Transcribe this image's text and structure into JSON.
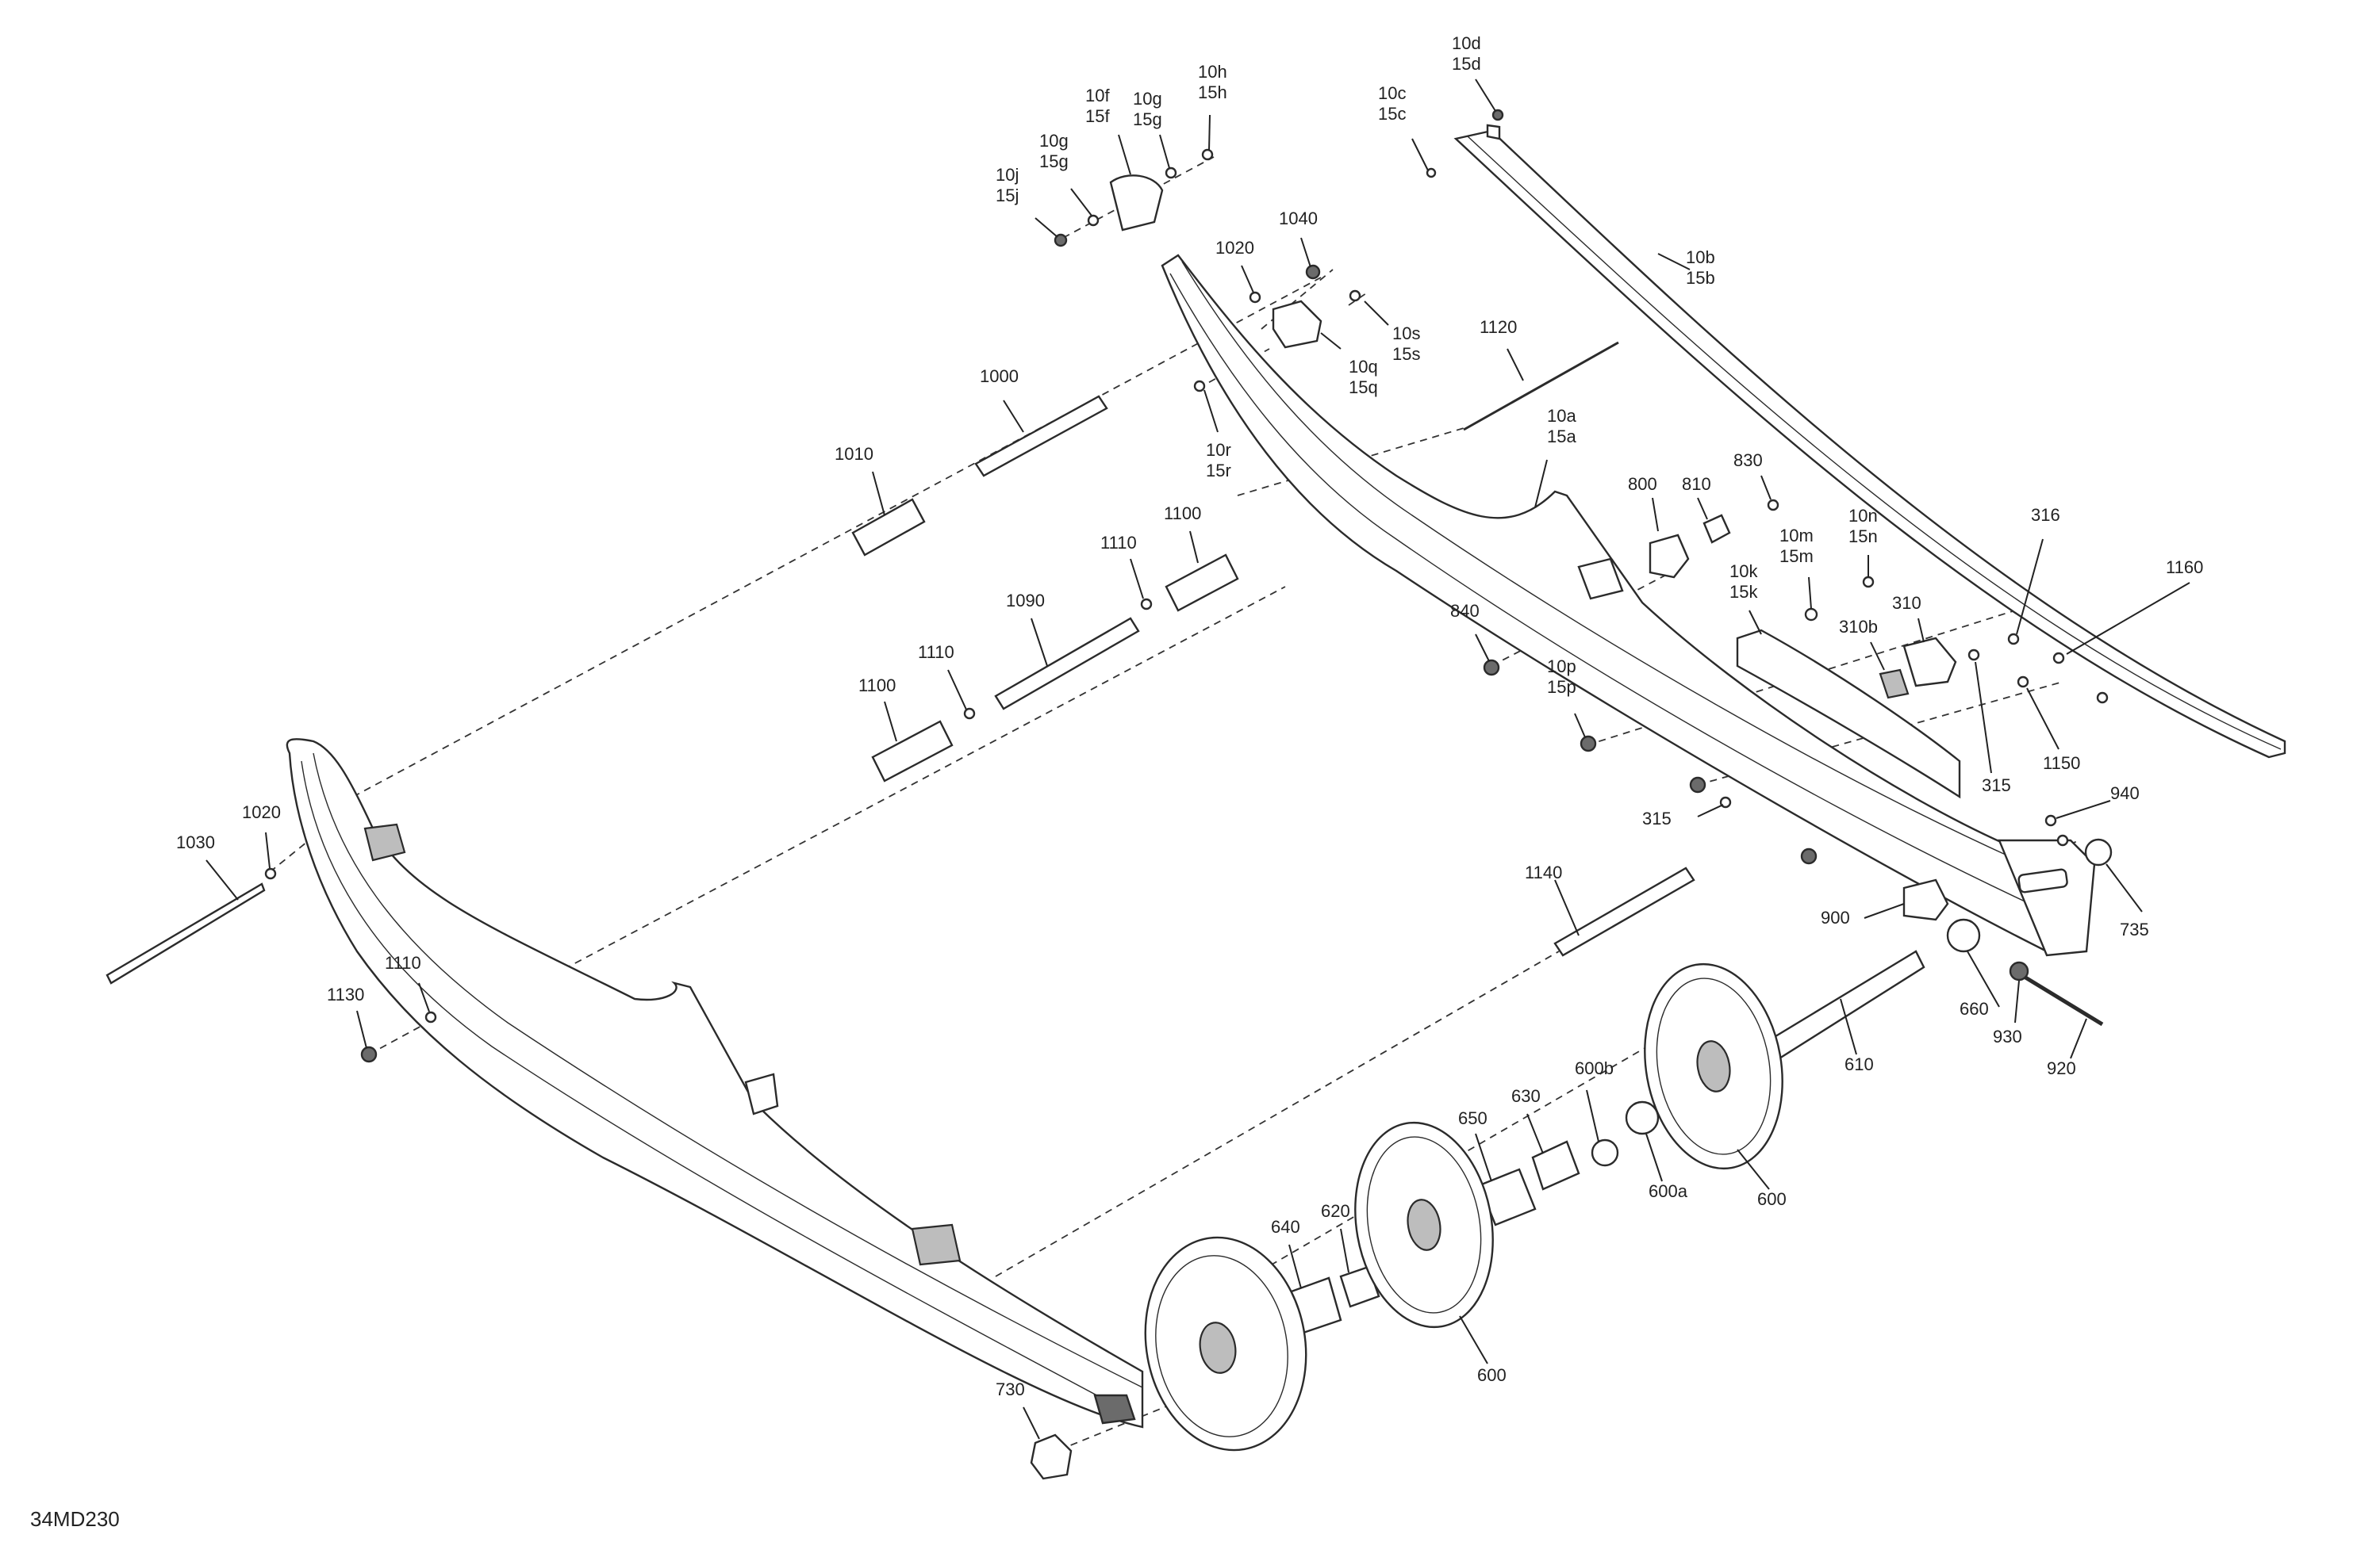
{
  "drawing_code": "34MD230",
  "callouts": [
    {
      "id": "c10d",
      "lines": [
        "10d",
        "15d"
      ]
    },
    {
      "id": "c10c",
      "lines": [
        "10c",
        "15c"
      ]
    },
    {
      "id": "c10h",
      "lines": [
        "10h",
        "15h"
      ]
    },
    {
      "id": "c10f",
      "lines": [
        "10f",
        "15f"
      ]
    },
    {
      "id": "c10g_top",
      "lines": [
        "10g",
        "15g"
      ]
    },
    {
      "id": "c10g",
      "lines": [
        "10g",
        "15g"
      ]
    },
    {
      "id": "c10j",
      "lines": [
        "10j",
        "15j"
      ]
    },
    {
      "id": "c1040",
      "lines": [
        "1040"
      ]
    },
    {
      "id": "c1020_top",
      "lines": [
        "1020"
      ]
    },
    {
      "id": "c10s",
      "lines": [
        "10s",
        "15s"
      ]
    },
    {
      "id": "c10q",
      "lines": [
        "10q",
        "15q"
      ]
    },
    {
      "id": "c10r",
      "lines": [
        "10r",
        "15r"
      ]
    },
    {
      "id": "c10b",
      "lines": [
        "10b",
        "15b"
      ]
    },
    {
      "id": "c1120",
      "lines": [
        "1120"
      ]
    },
    {
      "id": "c1000",
      "lines": [
        "1000"
      ]
    },
    {
      "id": "c1010",
      "lines": [
        "1010"
      ]
    },
    {
      "id": "c10a",
      "lines": [
        "10a",
        "15a"
      ]
    },
    {
      "id": "c800",
      "lines": [
        "800"
      ]
    },
    {
      "id": "c810",
      "lines": [
        "810"
      ]
    },
    {
      "id": "c830",
      "lines": [
        "830"
      ]
    },
    {
      "id": "c1100_top",
      "lines": [
        "1100"
      ]
    },
    {
      "id": "c1110_top",
      "lines": [
        "1110"
      ]
    },
    {
      "id": "c1090",
      "lines": [
        "1090"
      ]
    },
    {
      "id": "c1110_mid",
      "lines": [
        "1110"
      ]
    },
    {
      "id": "c1100_mid",
      "lines": [
        "1100"
      ]
    },
    {
      "id": "c10n",
      "lines": [
        "10n",
        "15n"
      ]
    },
    {
      "id": "c10m",
      "lines": [
        "10m",
        "15m"
      ]
    },
    {
      "id": "c10k",
      "lines": [
        "10k",
        "15k"
      ]
    },
    {
      "id": "c316",
      "lines": [
        "316"
      ]
    },
    {
      "id": "c1160",
      "lines": [
        "1160"
      ]
    },
    {
      "id": "c310",
      "lines": [
        "310"
      ]
    },
    {
      "id": "c310b",
      "lines": [
        "310b"
      ]
    },
    {
      "id": "c840",
      "lines": [
        "840"
      ]
    },
    {
      "id": "c10p",
      "lines": [
        "10p",
        "15p"
      ]
    },
    {
      "id": "c315_right",
      "lines": [
        "315"
      ]
    },
    {
      "id": "c1150",
      "lines": [
        "1150"
      ]
    },
    {
      "id": "c940",
      "lines": [
        "940"
      ]
    },
    {
      "id": "c315_left",
      "lines": [
        "315"
      ]
    },
    {
      "id": "c735",
      "lines": [
        "735"
      ]
    },
    {
      "id": "c1030",
      "lines": [
        "1030"
      ]
    },
    {
      "id": "c1020_left",
      "lines": [
        "1020"
      ]
    },
    {
      "id": "c1140",
      "lines": [
        "1140"
      ]
    },
    {
      "id": "c900",
      "lines": [
        "900"
      ]
    },
    {
      "id": "c1110_low",
      "lines": [
        "1110"
      ]
    },
    {
      "id": "c1130",
      "lines": [
        "1130"
      ]
    },
    {
      "id": "c660",
      "lines": [
        "660"
      ]
    },
    {
      "id": "c930",
      "lines": [
        "930"
      ]
    },
    {
      "id": "c610",
      "lines": [
        "610"
      ]
    },
    {
      "id": "c920",
      "lines": [
        "920"
      ]
    },
    {
      "id": "c600b",
      "lines": [
        "600b"
      ]
    },
    {
      "id": "c630",
      "lines": [
        "630"
      ]
    },
    {
      "id": "c650",
      "lines": [
        "650"
      ]
    },
    {
      "id": "c600a",
      "lines": [
        "600a"
      ]
    },
    {
      "id": "c600_right",
      "lines": [
        "600"
      ]
    },
    {
      "id": "c640",
      "lines": [
        "640"
      ]
    },
    {
      "id": "c620",
      "lines": [
        "620"
      ]
    },
    {
      "id": "c600_mid",
      "lines": [
        "600"
      ]
    },
    {
      "id": "c730",
      "lines": [
        "730"
      ]
    }
  ]
}
